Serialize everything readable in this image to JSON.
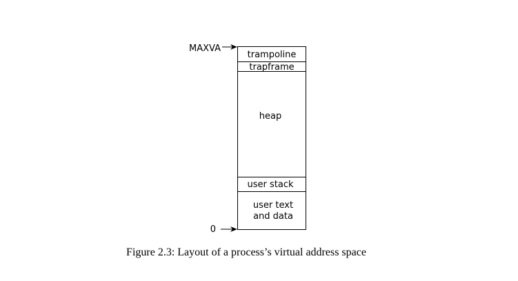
{
  "diagram": {
    "segments": [
      {
        "id": "trampoline",
        "lines": [
          "trampoline"
        ]
      },
      {
        "id": "trapframe",
        "lines": [
          "trapframe"
        ]
      },
      {
        "id": "heap",
        "lines": [
          "heap"
        ]
      },
      {
        "id": "user-stack",
        "lines": [
          "user stack"
        ]
      },
      {
        "id": "user-text-data",
        "lines": [
          "user text",
          "and data"
        ]
      }
    ],
    "address_markers": {
      "top": "MAXVA",
      "bottom": "0"
    }
  },
  "caption": "Figure 2.3: Layout of a process’s virtual address space"
}
